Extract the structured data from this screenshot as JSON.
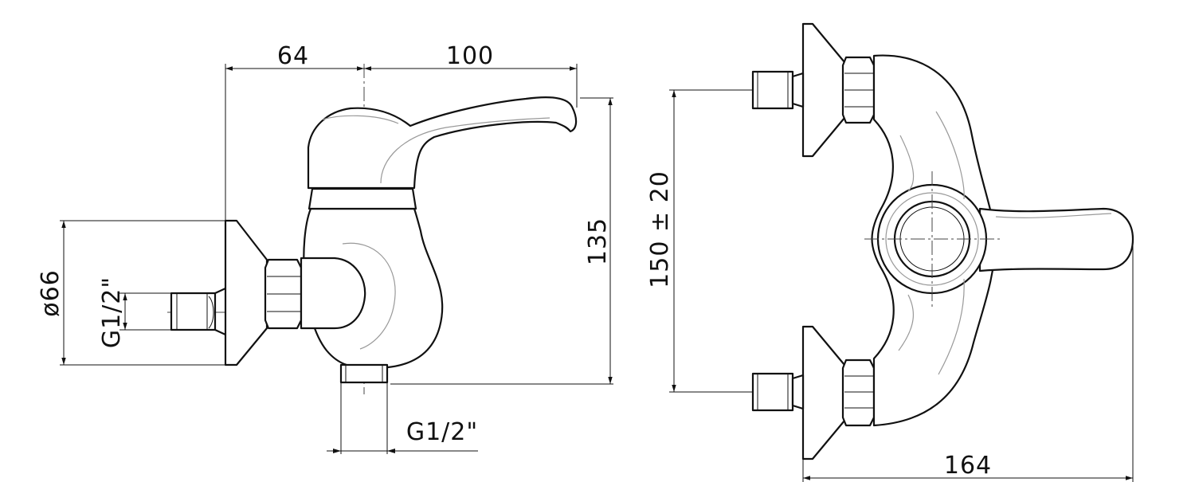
{
  "side_view": {
    "dim_top_left": "64",
    "dim_top_right": "100",
    "dim_height": "135",
    "dim_flange_diameter": "ø66",
    "dim_inlet_thread": "G1/2\"",
    "dim_outlet_thread": "G1/2\""
  },
  "top_view": {
    "dim_inlet_spacing": "150 ± 20",
    "dim_width": "164"
  }
}
